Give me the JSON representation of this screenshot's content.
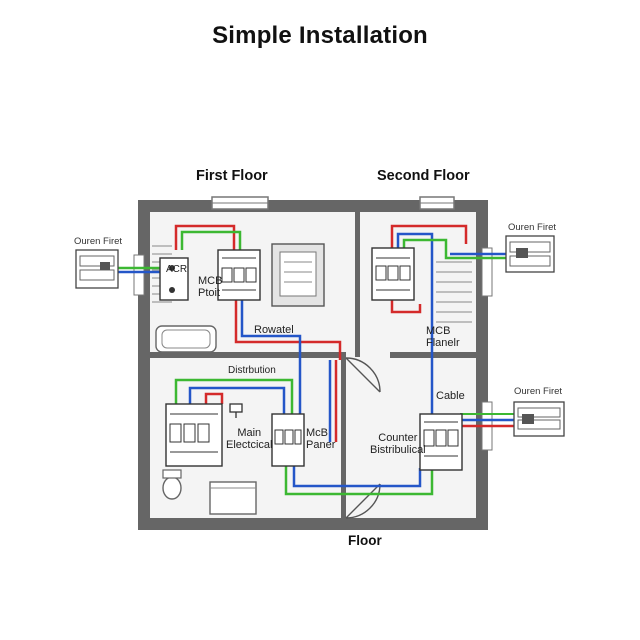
{
  "title": "Simple Installation",
  "floors": {
    "first": "First Floor",
    "second": "Second Floor",
    "ground": "Floor"
  },
  "labels": {
    "outlet_left": "Ouren Firet",
    "outlet_right_top": "Ouren Firet",
    "outlet_right_mid": "Ouren Firet",
    "mcb_port": "MCB\nPtoit",
    "panel_acr": "ACR",
    "rowatel": "Rowatel",
    "mcb_flanelr": "MCB\nFlanelr",
    "distribution": "Distrbution",
    "main_electrical": "Main\nElectcical",
    "mcb_panel": "McB\nPaner",
    "counter_distribution": "Counter\nBistribulical",
    "cable": "Cable"
  },
  "colors": {
    "live": "#d42a2a",
    "neutral": "#2456c8",
    "earth": "#3cb832",
    "wall": "#5a5a5a",
    "floor_fill": "#f3f3f3",
    "breaker": "#ffffff"
  }
}
